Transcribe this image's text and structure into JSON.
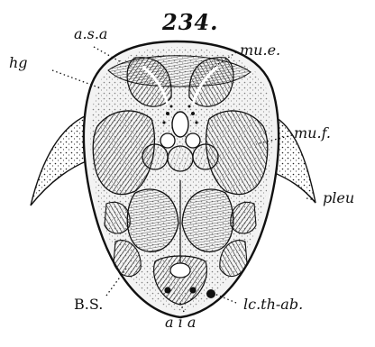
{
  "figure": {
    "number": "234.",
    "labels": {
      "asa": "a.s.a",
      "hg": "hg",
      "mue": "mu.e.",
      "muf": "mu.f.",
      "pleu": "pleu",
      "bs": "B.S.",
      "aia": "a i a",
      "lcthab": "lc.th-ab."
    }
  },
  "colors": {
    "ink": "#111111",
    "paper": "#ffffff"
  }
}
